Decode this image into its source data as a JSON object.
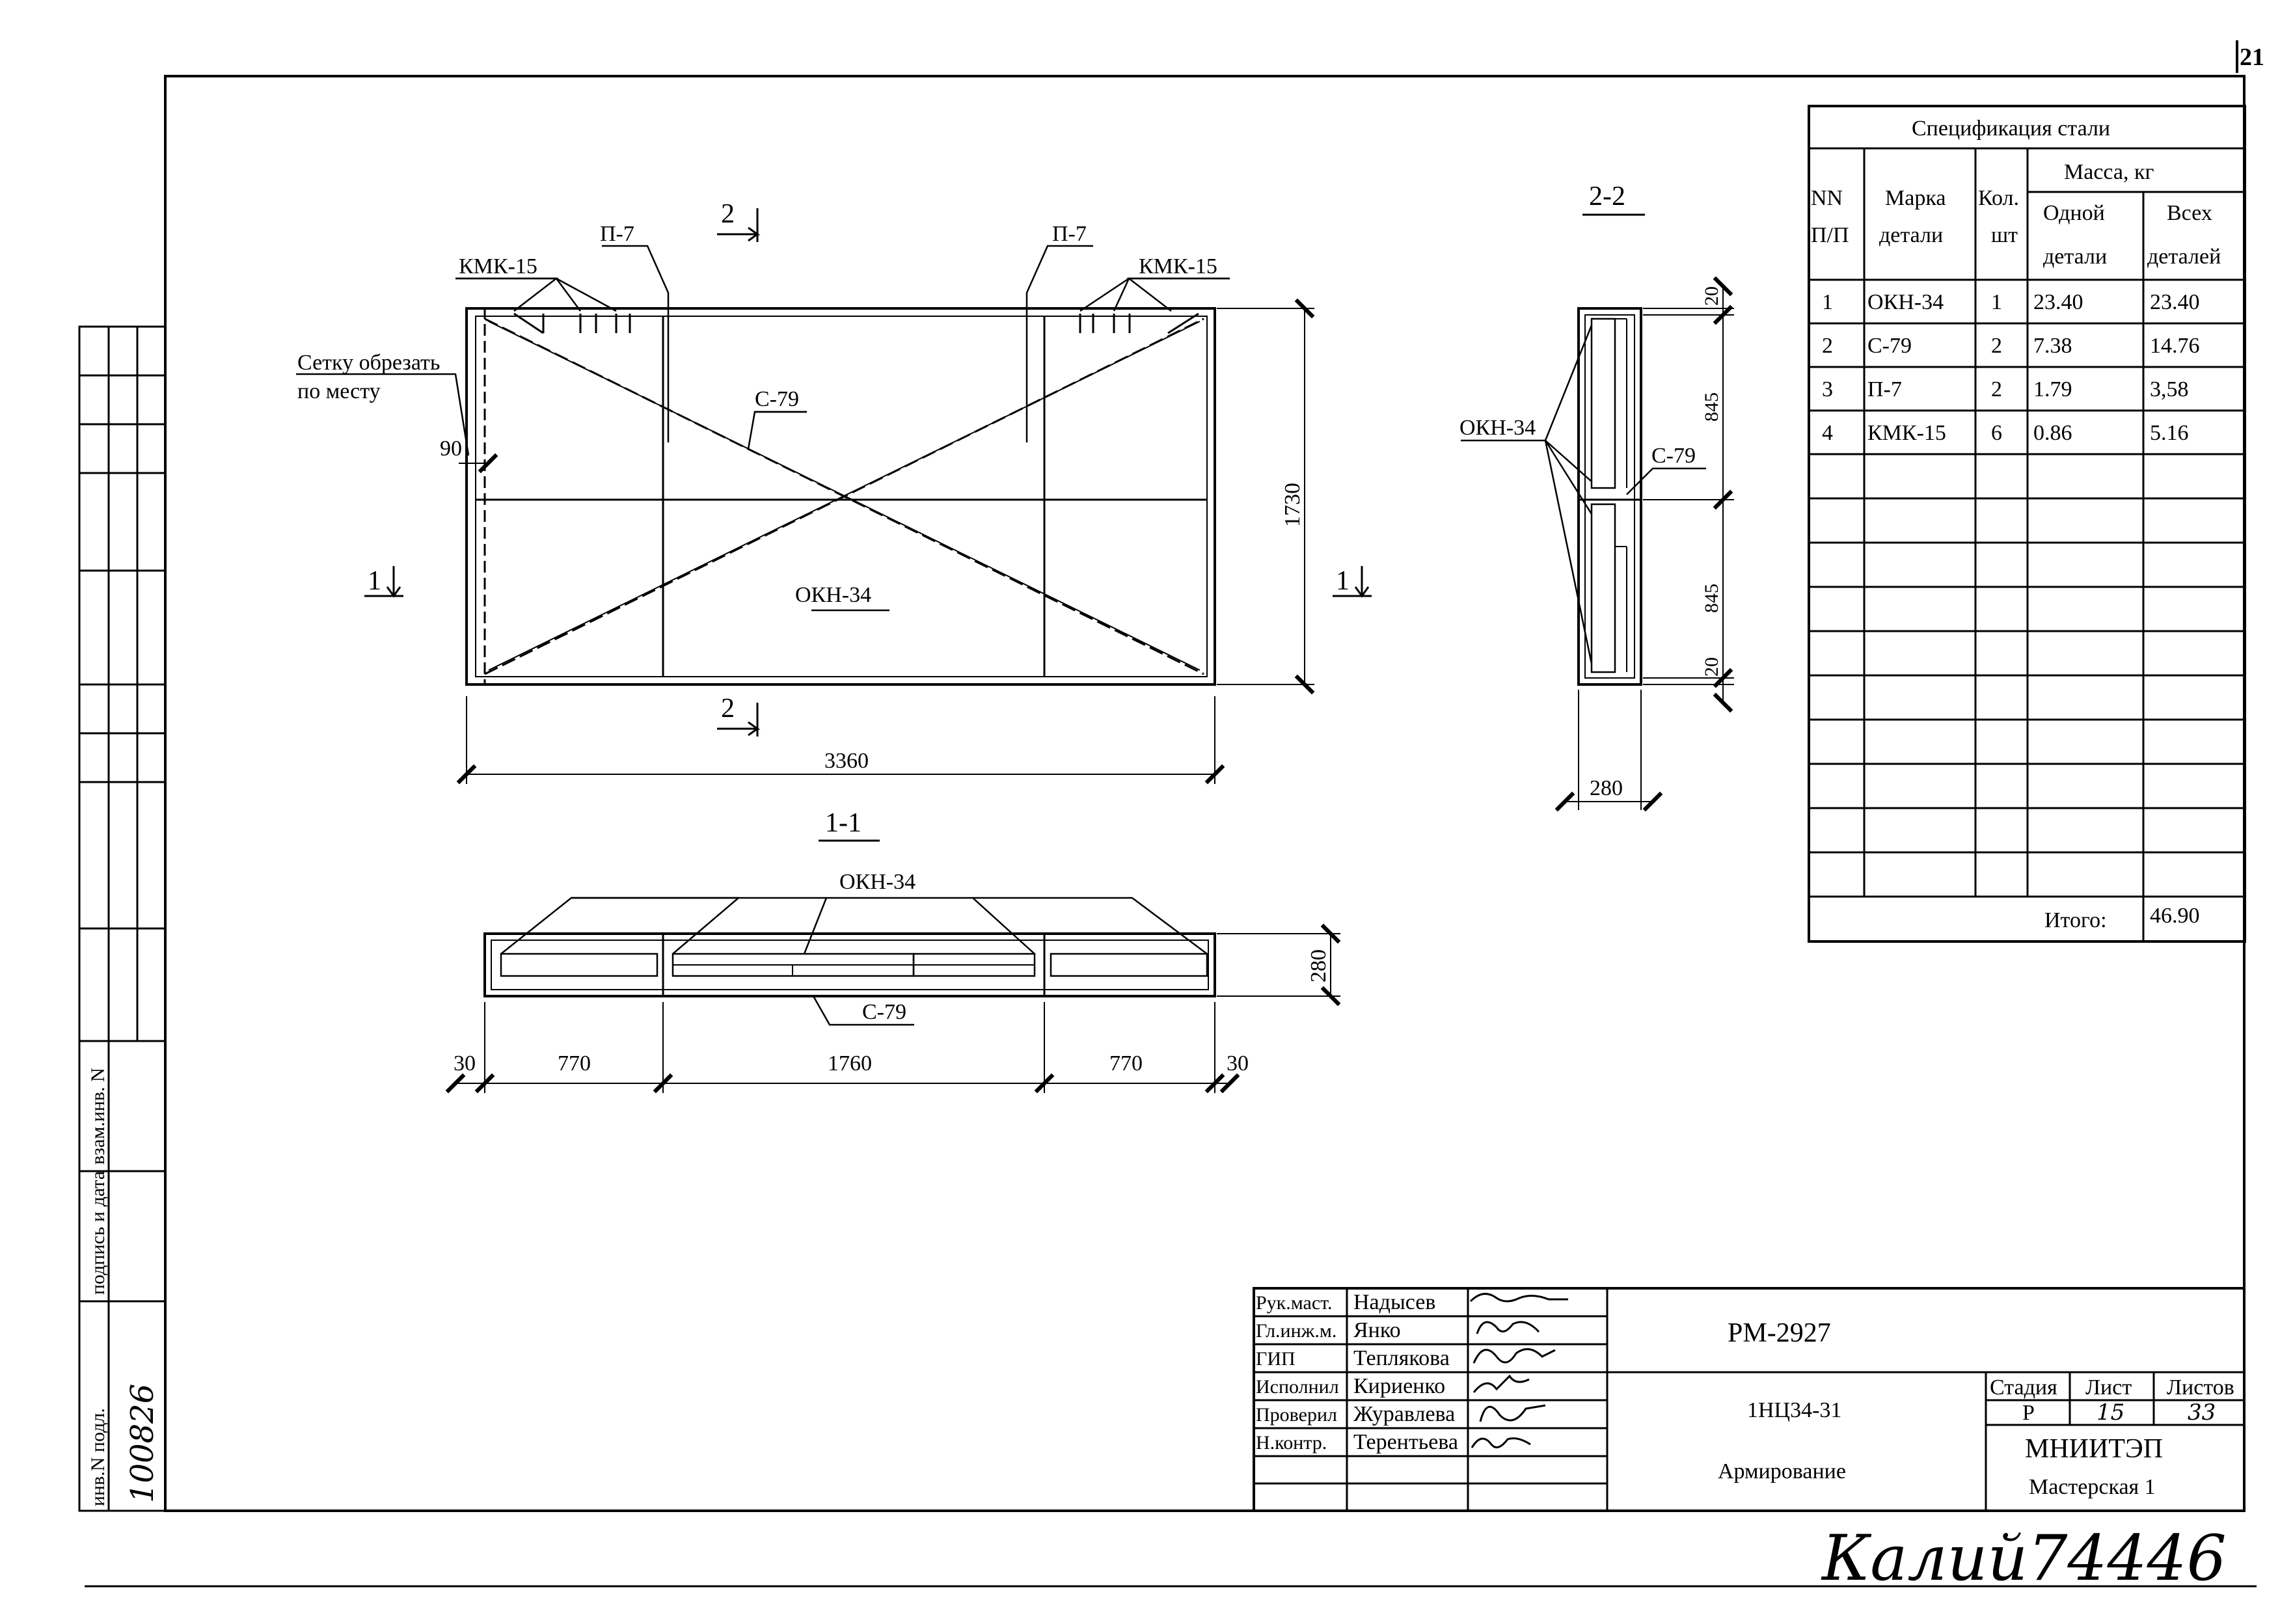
{
  "page_number": "21",
  "drawing": {
    "callout_kmk_left": "КМК-15",
    "callout_kmk_right": "КМК-15",
    "callout_p7_left": "П-7",
    "callout_p7_right": "П-7",
    "callout_c79_plan": "С-79",
    "callout_okn_plan": "ОКН-34",
    "note_line1": "Сетку обрезать",
    "note_line2": "по месту",
    "dim_90": "90",
    "dim_1730": "1730",
    "dim_3360": "3360",
    "section_mark_1": "1",
    "section_mark_2": "2",
    "section_1_title": "1-1",
    "section_2_title": "2-2",
    "s1_okn": "ОКН-34",
    "s1_c79": "С-79",
    "s1_dim_280": "280",
    "s1_dims": [
      "30",
      "770",
      "1760",
      "770",
      "30"
    ],
    "s2_okn": "ОКН-34",
    "s2_c79": "С-79",
    "s2_dims_v": [
      "20",
      "845",
      "845",
      "20"
    ],
    "s2_dim_280": "280"
  },
  "spec": {
    "title": "Спецификация стали",
    "mass_header": "Масса, кг",
    "col_no": [
      "NN",
      "П/П"
    ],
    "col_mark": [
      "Марка",
      "детали"
    ],
    "col_qty": [
      "Кол.",
      "шт"
    ],
    "col_one": [
      "Одной",
      "детали"
    ],
    "col_all": [
      "Всех",
      "деталей"
    ],
    "rows": [
      [
        "1",
        "ОКН-34",
        "1",
        "23.40",
        "23.40"
      ],
      [
        "2",
        "С-79",
        "2",
        "7.38",
        "14.76"
      ],
      [
        "3",
        "П-7",
        "2",
        "1.79",
        "3,58"
      ],
      [
        "4",
        "КМК-15",
        "6",
        "0.86",
        "5.16"
      ]
    ],
    "total_label": "Итого:",
    "total_value": "46.90"
  },
  "side_stamp": {
    "inv_orig": "инв.N подл.",
    "sign_date": "подпись и дата",
    "inv_repl": "взам.инв. N",
    "handwritten_number": "100826"
  },
  "title_block": {
    "roles": [
      "Рук.маст.",
      "Гл.инж.м.",
      "ГИП",
      "Исполнил",
      "Проверил",
      "Н.контр."
    ],
    "names": [
      "Надысев",
      "Янко",
      "Теплякова",
      "Кириенко",
      "Журавлева",
      "Терентьева"
    ],
    "project_code": "РМ-2927",
    "object_code": "1НЦ34-31",
    "sheet_title": "Армирование",
    "stage_label": "Стадия",
    "sheet_label": "Лист",
    "sheets_label": "Листов",
    "stage": "Р",
    "sheet": "15",
    "sheets": "33",
    "org": "МНИИТЭП",
    "workshop": "Мастерская 1"
  },
  "bottom_handwriting": "Калий74446"
}
